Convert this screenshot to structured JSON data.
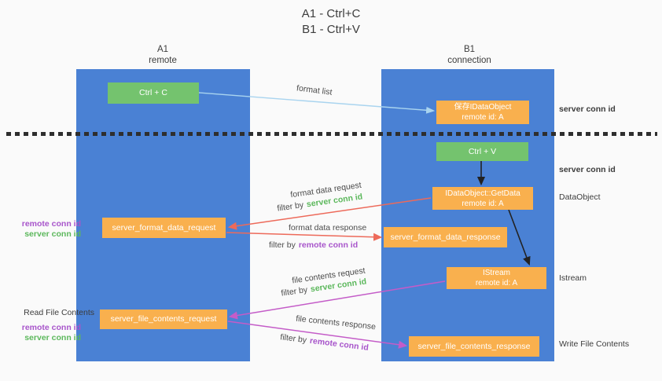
{
  "title": {
    "line1": "A1 - Ctrl+C",
    "line2": "B1 - Ctrl+V"
  },
  "columns": {
    "a": {
      "id": "A1",
      "name": "remote"
    },
    "b": {
      "id": "B1",
      "name": "connection"
    }
  },
  "nodes": {
    "ctrl_c": "Ctrl + C",
    "ctrl_v": "Ctrl + V",
    "save_dataobject": {
      "line1": "保存IDataObject",
      "line2": "remote id: A"
    },
    "getdata": {
      "line1": "IDataObject::GetData",
      "line2": "remote id: A"
    },
    "istream": {
      "line1": "IStream",
      "line2": "remote id: A"
    },
    "format_data_request": "server_format_data_request",
    "format_data_response": "server_format_data_response",
    "file_contents_request": "server_file_contents_request",
    "file_contents_response": "server_file_contents_response"
  },
  "labels": {
    "format_list": "format list",
    "format_data_request": "format data request",
    "format_data_response": "format data response",
    "file_contents_request": "file contents request",
    "file_contents_response": "file contents response",
    "filter_by": "filter by",
    "server_conn_id": "server conn id",
    "remote_conn_id": "remote conn id",
    "dataobject": "DataObject",
    "istream": "Istream",
    "read_file_contents": "Read File Contents",
    "write_file_contents": "Write File Contents"
  },
  "colors": {
    "column_blue": "#4a81d4",
    "node_green": "#74c36e",
    "node_orange": "#f9b04e",
    "conn_id_green": "#5cb85c",
    "conn_id_purple": "#a855cb",
    "arrow_blue": "#a9d4ef",
    "arrow_red": "#ed6a5a",
    "arrow_purple": "#c45cc8",
    "arrow_black": "#222222",
    "background": "#fafafa"
  }
}
